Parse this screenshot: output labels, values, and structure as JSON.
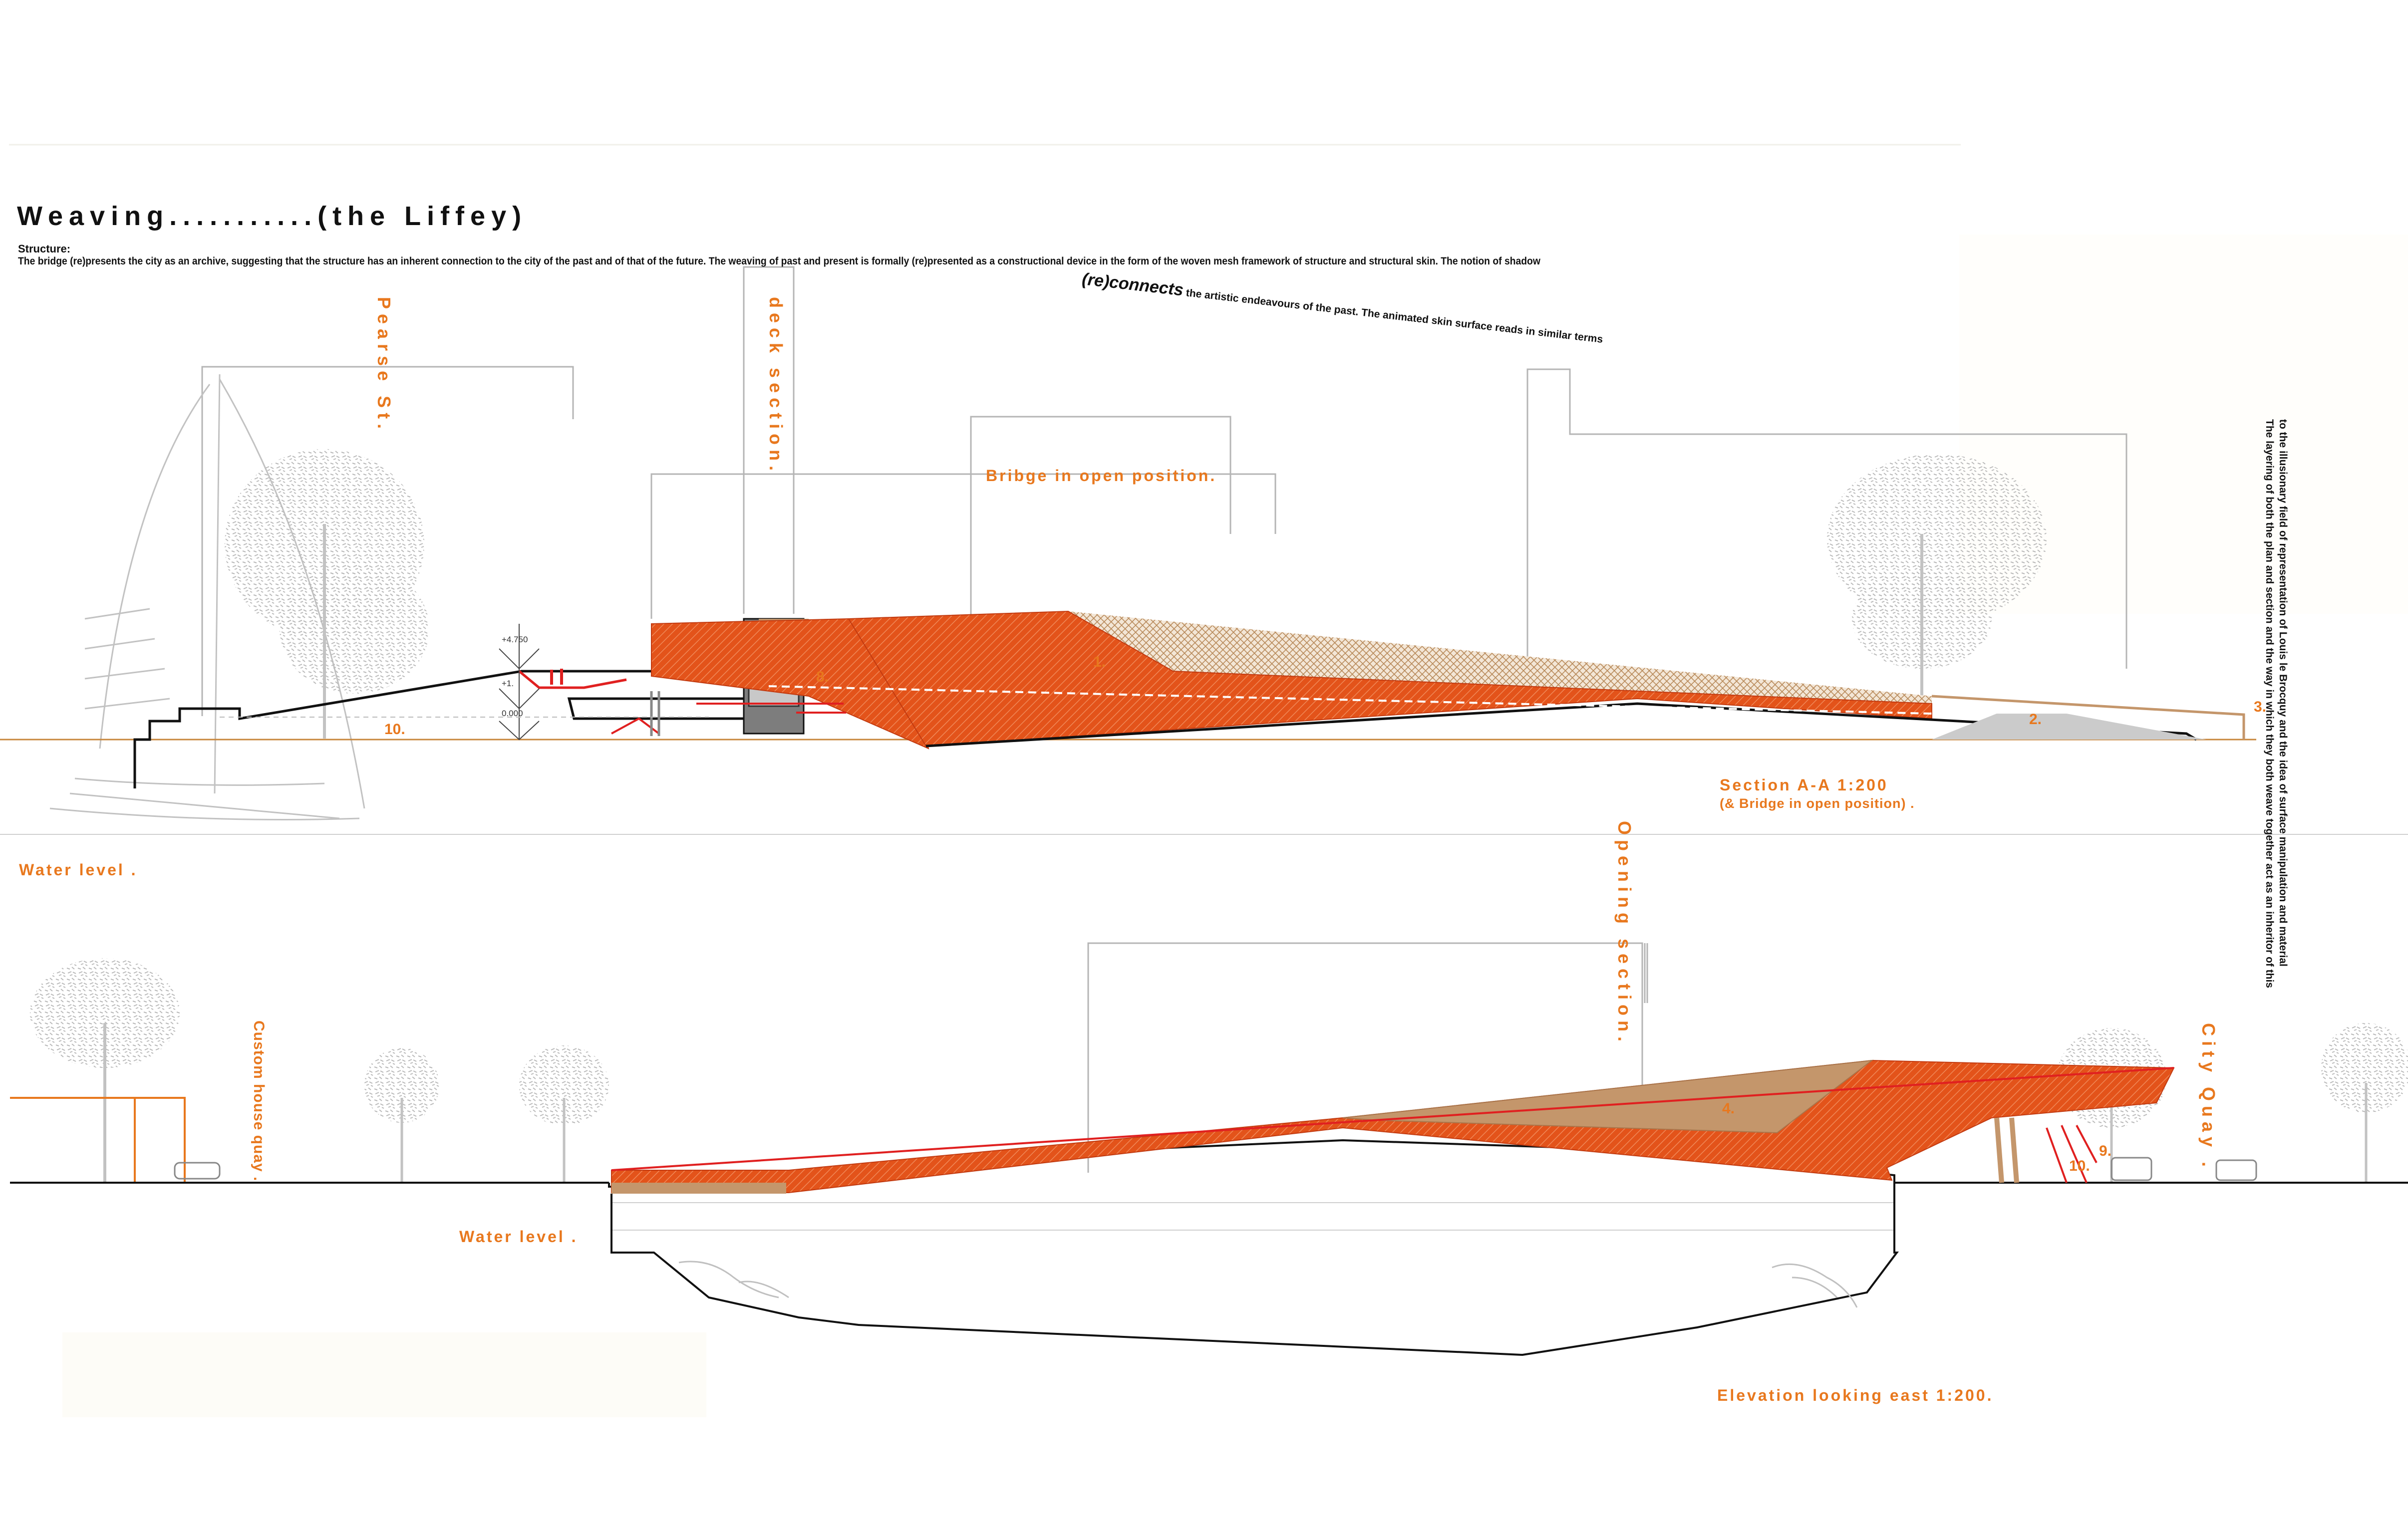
{
  "title": "Weaving...........(the Liffey)",
  "structure": {
    "heading": "Structure:",
    "line1": "The bridge (re)presents the city as an archive, suggesting that the structure has an inherent connection to the city of the past and of that of the future. The weaving of past and present is formally (re)presented as a  constructional device in the form of the woven mesh framework of structure and structural skin. The notion of shadow",
    "line2_emph": "(re)connects",
    "line2": "the artistic endeavours of the past. The animated skin surface reads in similar terms",
    "line3": "to the illusionary field of representation of Louis le Brocquy and the idea of surface manipulation and material",
    "line4": "The layering of both the plan and section and the way in which they both weave together act as an inheritor of this"
  },
  "section": {
    "pearse": "Pearse St.",
    "deck": "deck section.",
    "open_position": "Bribge in open position.",
    "level_1": "+4.750",
    "level_2": "+1.",
    "level_3": "0.000",
    "num_10": "10.",
    "num_8": "8.",
    "num_1": "1.",
    "num_2": "2.",
    "num_3": "3.",
    "caption": "Section A-A  1:200",
    "caption_sub": "(& Bridge in open position) .",
    "water": "Water level ."
  },
  "elevation": {
    "opening": "Opening section.",
    "custom_house": "Custom house quay .",
    "city_quay": "City Quay .",
    "water": "Water level .",
    "num_4": "4.",
    "num_9": "9.",
    "num_10": "10.",
    "caption": "Elevation looking east  1:200."
  },
  "colors": {
    "accent": "#e8781e",
    "bridge_red": "#e3531a",
    "bridge_tan": "#c4966b",
    "line_grey": "#b5b5b5",
    "tree_grey": "#c9c9c9"
  }
}
